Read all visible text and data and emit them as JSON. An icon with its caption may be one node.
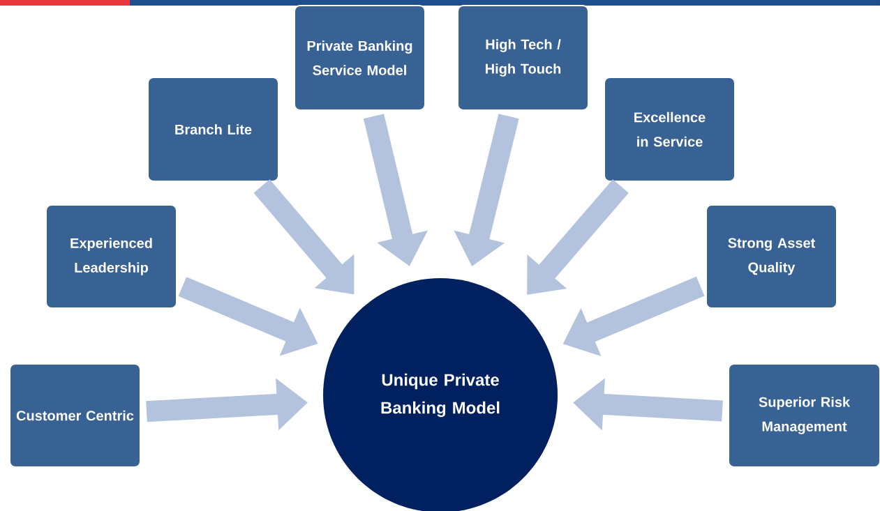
{
  "diagram": {
    "nodes": [
      {
        "text": [
          "Customer Centric"
        ]
      },
      {
        "text": [
          "Experienced Leadership"
        ]
      },
      {
        "text": [
          "Branch Lite"
        ]
      },
      {
        "text": [
          "Private Banking Service Model"
        ]
      },
      {
        "text": [
          "High Tech / High Touch"
        ]
      },
      {
        "text": [
          "Excellence in Service"
        ]
      },
      {
        "text": [
          "Strong Asset Quality"
        ]
      },
      {
        "text": [
          "Superior Risk Management"
        ]
      },
      {
        "text": [
          "Unique Private Banking Model"
        ]
      }
    ],
    "edges": [
      {
        "from": 0,
        "to": 8,
        "arrow": "to"
      },
      {
        "from": 1,
        "to": 8,
        "arrow": "to"
      },
      {
        "from": 2,
        "to": 8,
        "arrow": "to"
      },
      {
        "from": 3,
        "to": 8,
        "arrow": "to"
      },
      {
        "from": 4,
        "to": 8,
        "arrow": "to"
      },
      {
        "from": 5,
        "to": 8,
        "arrow": "to"
      },
      {
        "from": 6,
        "to": 8,
        "arrow": "to"
      },
      {
        "from": 7,
        "to": 8,
        "arrow": "to"
      }
    ]
  }
}
